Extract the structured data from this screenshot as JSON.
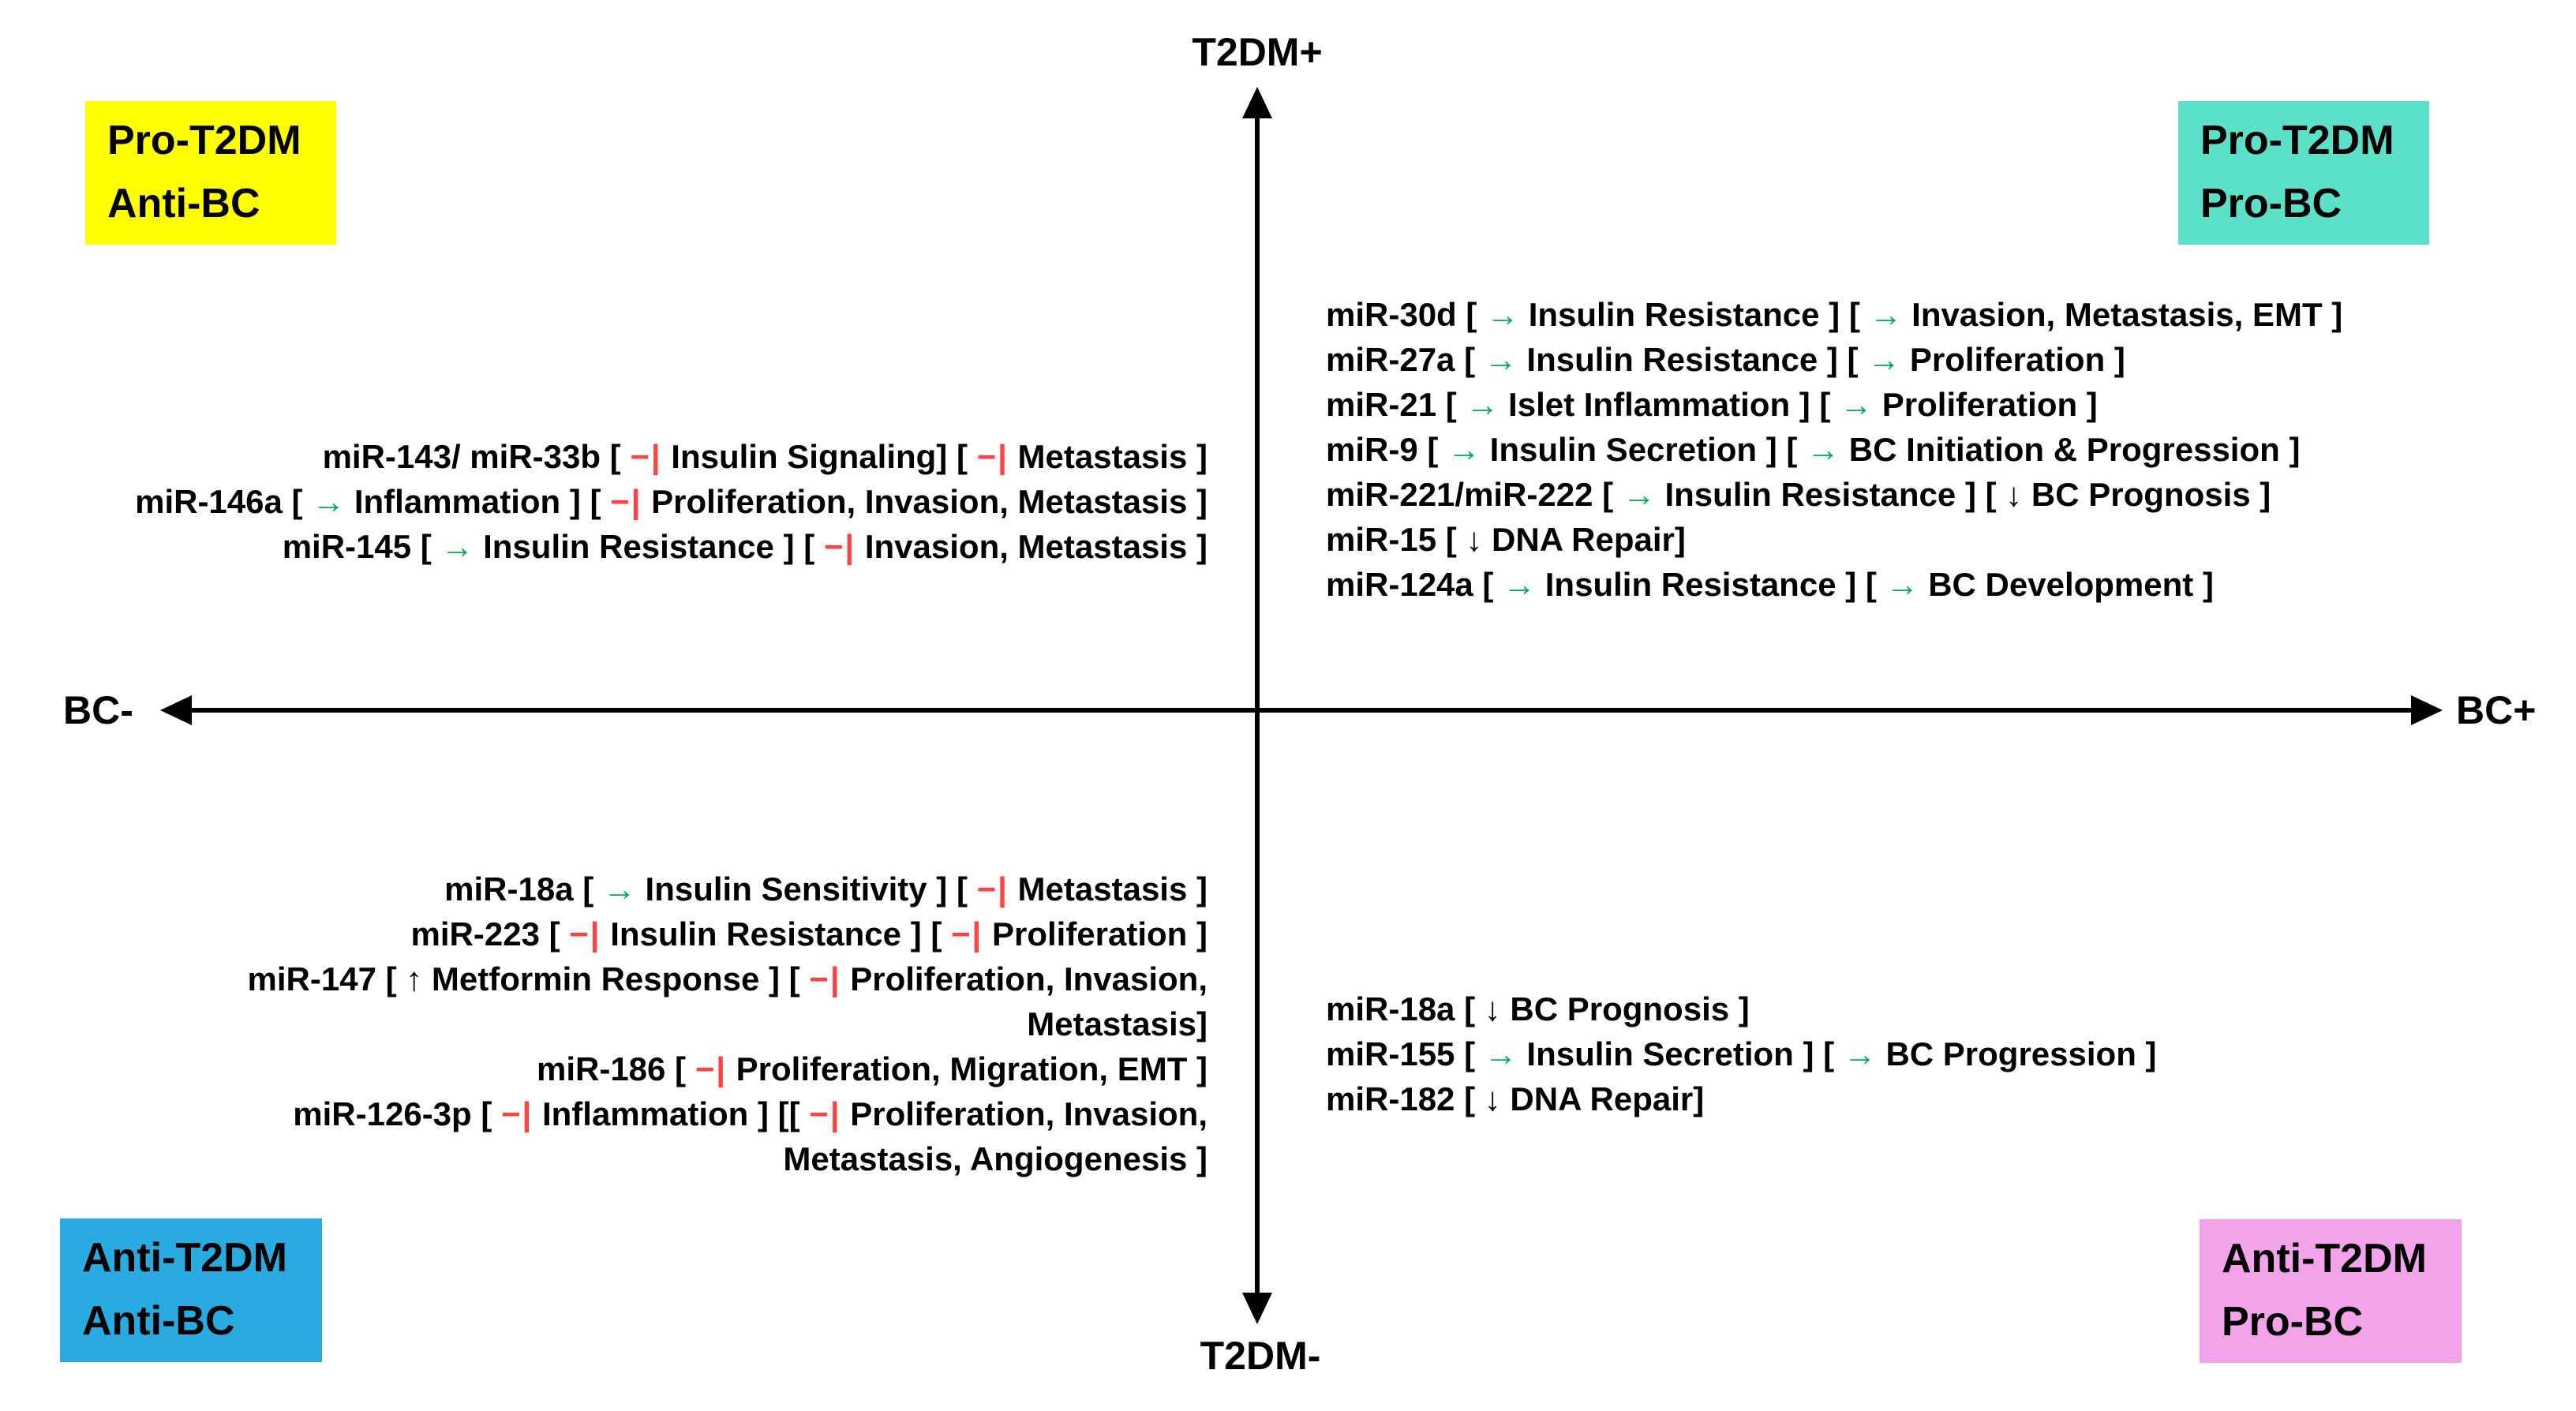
{
  "figure": {
    "axes": {
      "y_positive": "T2DM+",
      "y_negative": "T2DM-",
      "x_negative": "BC-",
      "x_positive": "BC+"
    },
    "glyph_colors": {
      "promote_green": "#00B050",
      "inhibit_red": "#FF4343",
      "axis_black": "#000000"
    },
    "quadrants": {
      "top_left": {
        "box_lines": [
          "Pro-T2DM",
          "Anti-BC"
        ],
        "box_color": "#FFFF00",
        "entries": [
          "miR-143/ miR-33b [ −| Insulin Signaling] [ −| Metastasis ]",
          "miR-146a [ → Inflammation ] [ −| Proliferation, Invasion, Metastasis ]",
          "miR-145 [ → Insulin Resistance ] [ −| Invasion, Metastasis ]"
        ]
      },
      "top_right": {
        "box_lines": [
          "Pro-T2DM",
          "Pro-BC"
        ],
        "box_color": "#5CE1C9",
        "entries": [
          "miR-30d [ → Insulin Resistance ] [ → Invasion, Metastasis, EMT ]",
          "miR-27a [ → Insulin Resistance ] [ → Proliferation ]",
          "miR-21 [ → Islet Inflammation ] [ → Proliferation ]",
          "miR-9 [ → Insulin Secretion ] [ → BC Initiation & Progression ]",
          "miR-221/miR-222 [ → Insulin Resistance ] [ ↓ BC Prognosis ]",
          "miR-15 [ ↓ DNA Repair]",
          "miR-124a [ → Insulin Resistance ] [ → BC Development ]"
        ]
      },
      "bottom_left": {
        "box_lines": [
          "Anti-T2DM",
          "Anti-BC"
        ],
        "box_color": "#29ABE2",
        "entries": [
          "miR-18a [ → Insulin Sensitivity ] [ −| Metastasis ]",
          "miR-223 [ −| Insulin Resistance ] [ −| Proliferation ]",
          "miR-147 [ ↑ Metformin Response ] [ −| Proliferation, Invasion,",
          "Metastasis]",
          "miR-186 [ −| Proliferation, Migration, EMT ]",
          "miR-126-3p [ −| Inflammation ] [[ −| Proliferation, Invasion,",
          "Metastasis, Angiogenesis ]"
        ]
      },
      "bottom_right": {
        "box_lines": [
          "Anti-T2DM",
          "Pro-BC"
        ],
        "box_color": "#F2A3EA",
        "entries": [
          "miR-18a [ ↓ BC Prognosis ]",
          "miR-155 [ → Insulin Secretion ] [ → BC Progression ]",
          "miR-182 [ ↓ DNA Repair]"
        ]
      }
    }
  }
}
